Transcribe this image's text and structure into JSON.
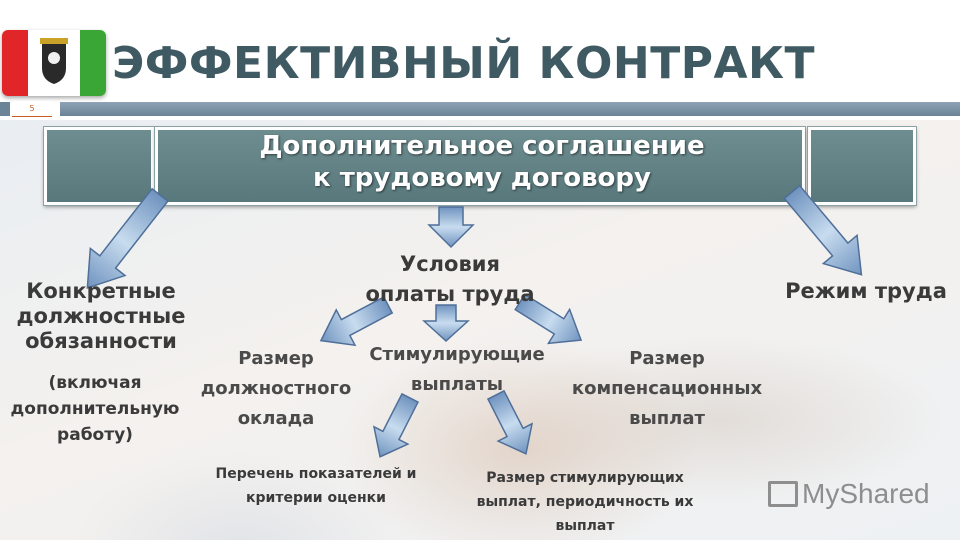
{
  "title": "ЭФФЕКТИВНЫЙ КОНТРАКТ",
  "page_number": "5",
  "header": {
    "line1": "Дополнительное соглашение",
    "line2": "к трудовому договору"
  },
  "nodes": {
    "duties_line1": "Конкретные",
    "duties_line2": "должностные",
    "duties_line3": "обязанности",
    "duties_note1": "(включая",
    "duties_note2": "дополнительную",
    "duties_note3": "работу)",
    "pay_line1": "Условия",
    "pay_line2": "оплаты труда",
    "schedule": "Режим труда",
    "salary_line1": "Размер",
    "salary_line2": "должностного",
    "salary_line3": "оклада",
    "incentive_line1": "Стимулирующие",
    "incentive_line2": "выплаты",
    "comp_line1": "Размер",
    "comp_line2": "компенсационных",
    "comp_line3": "выплат",
    "indicators_line1": "Перечень показателей  и",
    "indicators_line2": "критерии оценки",
    "incsize_line1": "Размер стимулирующих",
    "incsize_line2": "выплат, периодичность их",
    "incsize_line3": "выплат"
  },
  "watermark": "MyShared",
  "colors": {
    "title": "#3f5a62",
    "header_fill": "#5f7f83",
    "arrow_fill": "#8fb0d4",
    "rule": "#7a90a3",
    "accent": "#c95b1f"
  }
}
